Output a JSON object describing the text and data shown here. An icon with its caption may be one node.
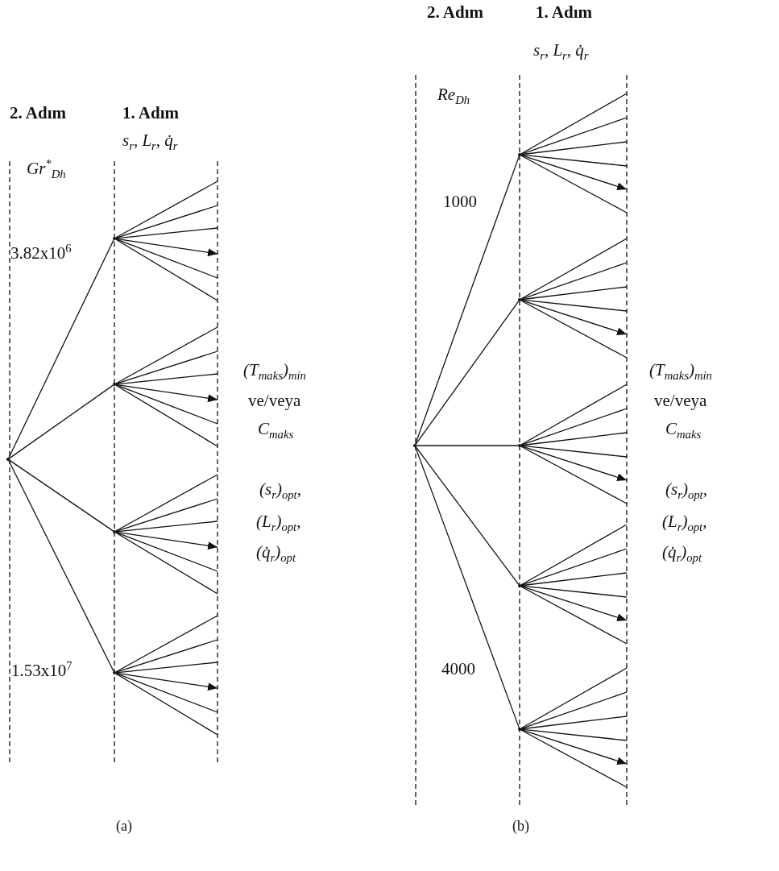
{
  "diagram": {
    "nodes": [
      {
        "text": [],
        "shape": "point"
      },
      {
        "text": [],
        "shape": "point"
      },
      {
        "text": [],
        "shape": "point"
      },
      {
        "text": [],
        "shape": "point"
      },
      {
        "text": [],
        "shape": "point"
      },
      {
        "text": [],
        "shape": "point"
      },
      {
        "text": [],
        "shape": "point"
      },
      {
        "text": [],
        "shape": "point"
      },
      {
        "text": [],
        "shape": "point"
      },
      {
        "text": [],
        "shape": "point"
      },
      {
        "text": [],
        "shape": "point"
      }
    ],
    "edges": [
      {
        "from": 0,
        "to": 1,
        "arrow": "none"
      },
      {
        "from": 1,
        "to": null,
        "arrow": "none"
      },
      {
        "from": 1,
        "to": null,
        "arrow": "none"
      },
      {
        "from": 1,
        "to": null,
        "arrow": "none"
      },
      {
        "from": 1,
        "to": null,
        "arrow": "to"
      },
      {
        "from": 1,
        "to": null,
        "arrow": "none"
      },
      {
        "from": 1,
        "to": null,
        "arrow": "none"
      },
      {
        "from": 0,
        "to": 2,
        "arrow": "none"
      },
      {
        "from": 2,
        "to": null,
        "arrow": "none"
      },
      {
        "from": 2,
        "to": null,
        "arrow": "none"
      },
      {
        "from": 2,
        "to": null,
        "arrow": "none"
      },
      {
        "from": 2,
        "to": null,
        "arrow": "to"
      },
      {
        "from": 2,
        "to": null,
        "arrow": "none"
      },
      {
        "from": 2,
        "to": null,
        "arrow": "none"
      },
      {
        "from": 0,
        "to": 3,
        "arrow": "none"
      },
      {
        "from": 3,
        "to": null,
        "arrow": "none"
      },
      {
        "from": 3,
        "to": null,
        "arrow": "none"
      },
      {
        "from": 3,
        "to": null,
        "arrow": "none"
      },
      {
        "from": 3,
        "to": null,
        "arrow": "to"
      },
      {
        "from": 3,
        "to": null,
        "arrow": "none"
      },
      {
        "from": 3,
        "to": null,
        "arrow": "none"
      },
      {
        "from": 0,
        "to": 4,
        "arrow": "none"
      },
      {
        "from": 4,
        "to": null,
        "arrow": "none"
      },
      {
        "from": 4,
        "to": null,
        "arrow": "none"
      },
      {
        "from": 4,
        "to": null,
        "arrow": "none"
      },
      {
        "from": 4,
        "to": null,
        "arrow": "to"
      },
      {
        "from": 4,
        "to": null,
        "arrow": "none"
      },
      {
        "from": 4,
        "to": null,
        "arrow": "none"
      },
      {
        "from": 5,
        "to": 6,
        "arrow": "none"
      },
      {
        "from": 6,
        "to": null,
        "arrow": "none"
      },
      {
        "from": 6,
        "to": null,
        "arrow": "none"
      },
      {
        "from": 6,
        "to": null,
        "arrow": "none"
      },
      {
        "from": 6,
        "to": null,
        "arrow": "none"
      },
      {
        "from": 6,
        "to": null,
        "arrow": "to"
      },
      {
        "from": 6,
        "to": null,
        "arrow": "none"
      },
      {
        "from": 5,
        "to": 7,
        "arrow": "none"
      },
      {
        "from": 7,
        "to": null,
        "arrow": "none"
      },
      {
        "from": 7,
        "to": null,
        "arrow": "none"
      },
      {
        "from": 7,
        "to": null,
        "arrow": "none"
      },
      {
        "from": 7,
        "to": null,
        "arrow": "none"
      },
      {
        "from": 7,
        "to": null,
        "arrow": "to"
      },
      {
        "from": 7,
        "to": null,
        "arrow": "none"
      },
      {
        "from": 5,
        "to": 8,
        "arrow": "none"
      },
      {
        "from": 8,
        "to": null,
        "arrow": "none"
      },
      {
        "from": 8,
        "to": null,
        "arrow": "none"
      },
      {
        "from": 8,
        "to": null,
        "arrow": "none"
      },
      {
        "from": 8,
        "to": null,
        "arrow": "none"
      },
      {
        "from": 8,
        "to": null,
        "arrow": "to"
      },
      {
        "from": 8,
        "to": null,
        "arrow": "none"
      },
      {
        "from": 5,
        "to": 9,
        "arrow": "none"
      },
      {
        "from": 9,
        "to": null,
        "arrow": "none"
      },
      {
        "from": 9,
        "to": null,
        "arrow": "none"
      },
      {
        "from": 9,
        "to": null,
        "arrow": "none"
      },
      {
        "from": 9,
        "to": null,
        "arrow": "none"
      },
      {
        "from": 9,
        "to": null,
        "arrow": "to"
      },
      {
        "from": 9,
        "to": null,
        "arrow": "none"
      },
      {
        "from": 5,
        "to": 10,
        "arrow": "none"
      },
      {
        "from": 10,
        "to": null,
        "arrow": "none"
      },
      {
        "from": 10,
        "to": null,
        "arrow": "none"
      },
      {
        "from": 10,
        "to": null,
        "arrow": "none"
      },
      {
        "from": 10,
        "to": null,
        "arrow": "none"
      },
      {
        "from": 10,
        "to": null,
        "arrow": "to"
      },
      {
        "from": 10,
        "to": null,
        "arrow": "none"
      }
    ],
    "labels": [
      "2. Adım",
      "1. Adım",
      "s$_{r}$, L$_{r}$, q̇$_{r}$",
      "Gr$^{*}$$_{Dh}$",
      "3.82x10$^{6}$",
      "1.53x10$^{7}$",
      "(T$_{maks}$)$_{min}$",
      "ve/veya",
      "C$_{maks}$",
      "(s$_{r}$)$_{opt}$,",
      "(L$_{r}$)$_{opt}$,",
      "(q̇$_{r}$)$_{opt}$",
      "(a)",
      "2. Adım",
      "1. Adım",
      "s$_{r}$, L$_{r}$, q̇$_{r}$",
      "Re$_{Dh}$",
      "1000",
      "4000",
      "(T$_{maks}$)$_{min}$",
      "ve/veya",
      "C$_{maks}$",
      "(s$_{r}$)$_{opt}$,",
      "(L$_{r}$)$_{opt}$,",
      "(q̇$_{r}$)$_{opt}$",
      "(b)"
    ]
  }
}
